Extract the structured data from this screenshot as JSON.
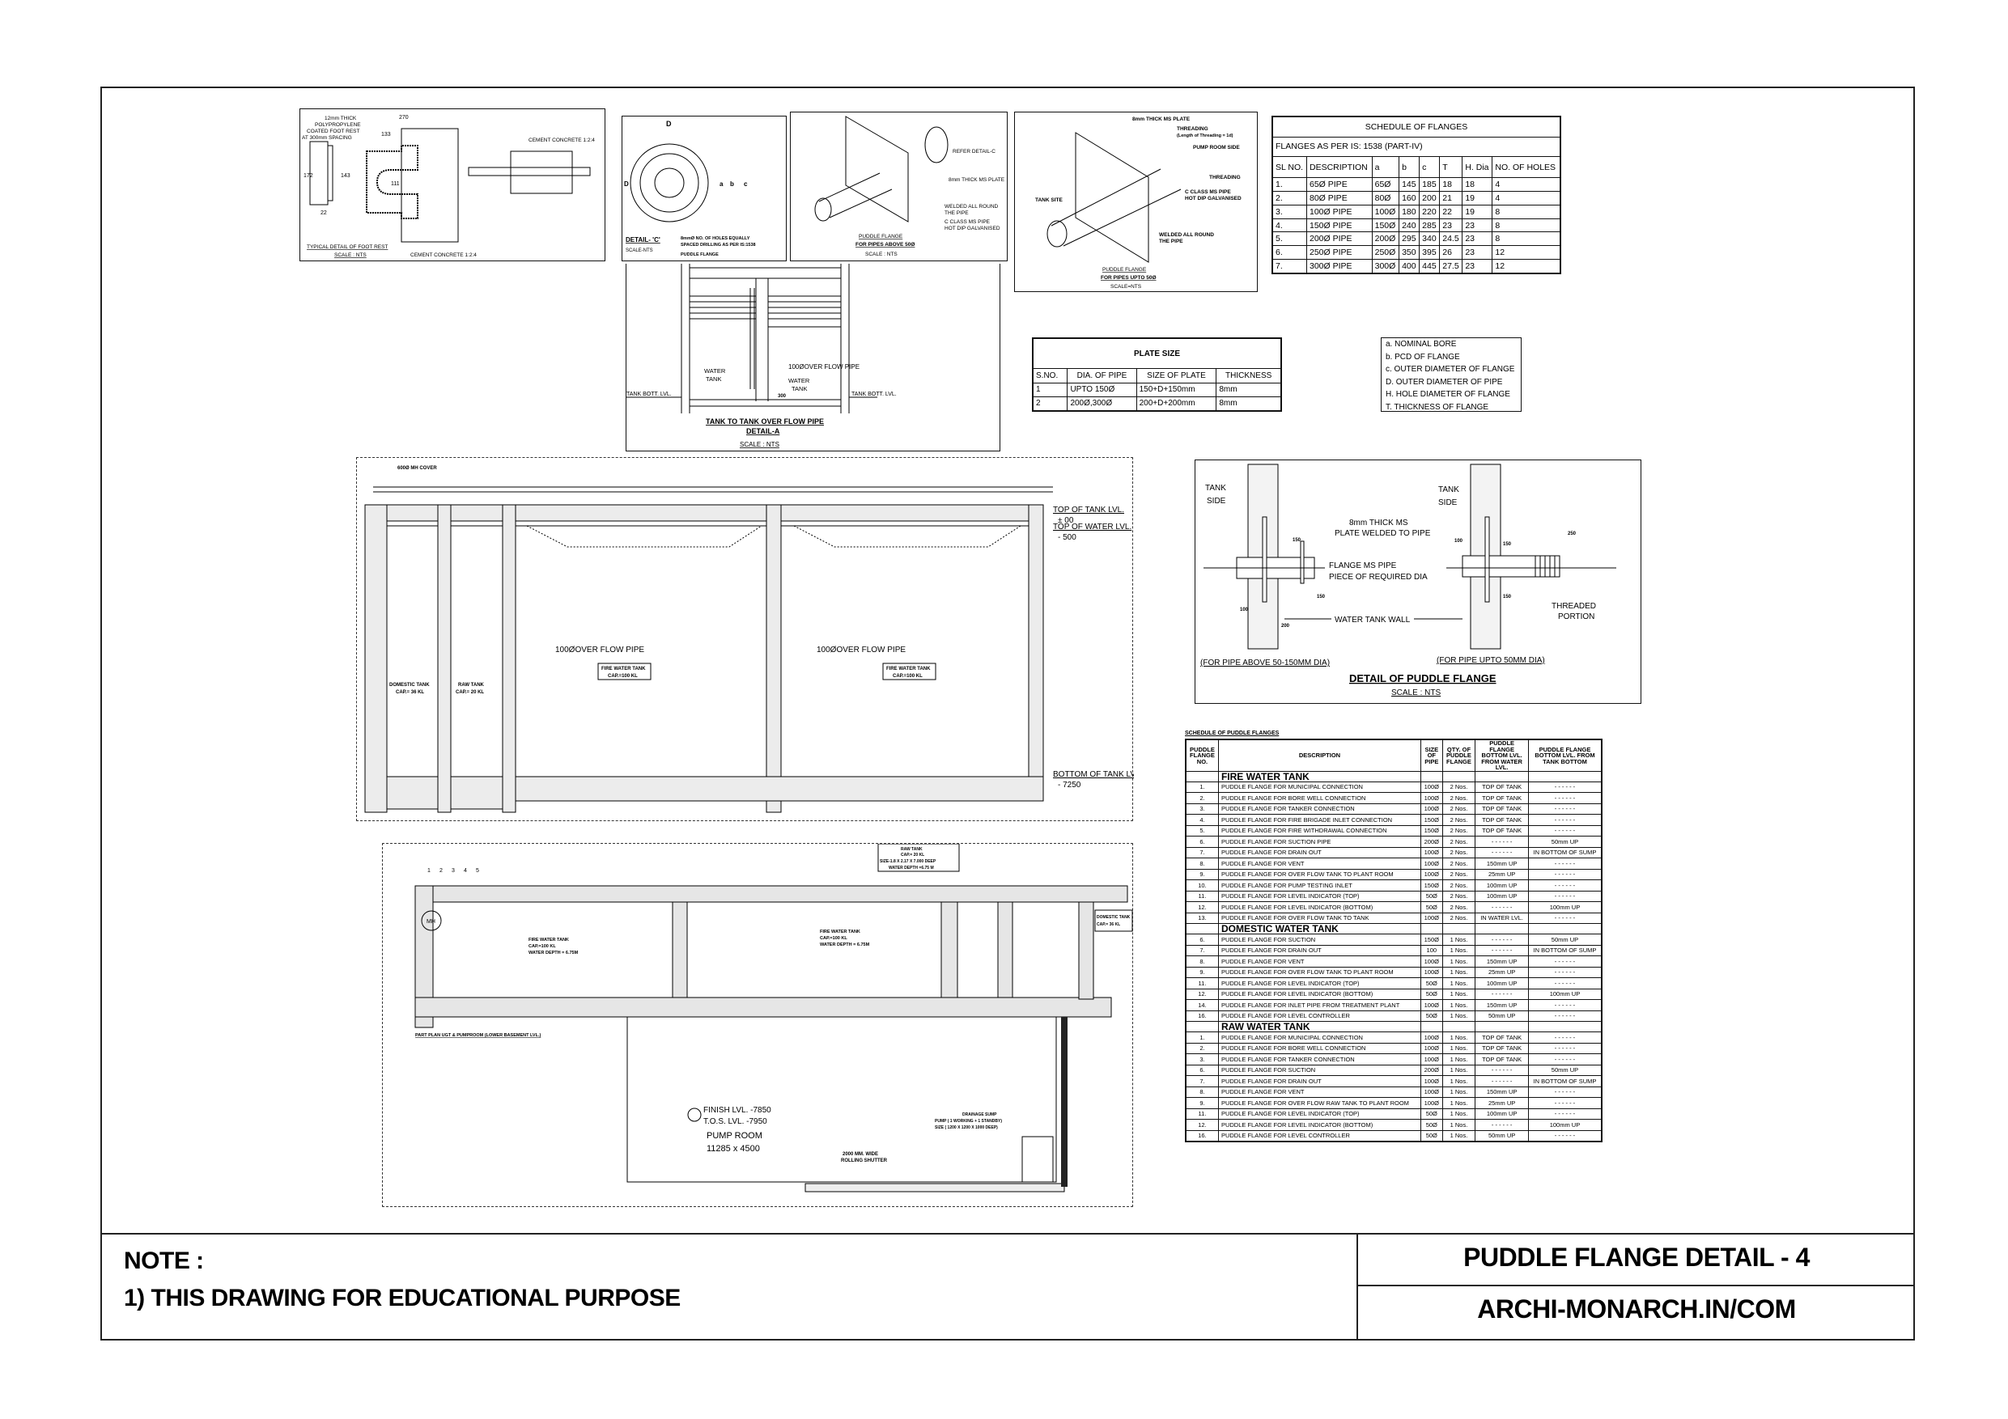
{
  "title_block": {
    "note_heading": "NOTE :",
    "note_1": "1) THIS DRAWING FOR EDUCATIONAL PURPOSE",
    "drawing_title": "PUDDLE FLANGE DETAIL - 4",
    "website": "ARCHI-MONARCH.IN/COM"
  },
  "foot_rest_detail": {
    "label_footrest": [
      "12mm THICK",
      "POLYPROPYLENE",
      "COATED FOOT REST",
      "AT 300mm SPACING"
    ],
    "dims": [
      "270",
      "133",
      "111",
      "172",
      "143",
      "22"
    ],
    "cement_top": "CEMENT CONCRETE 1:2:4",
    "cement_bottom": "CEMENT CONCRETE 1:2:4",
    "title": "TYPICAL DETAIL OF FOOT REST",
    "scale": "SCALE : NTS"
  },
  "detail_c": {
    "dim_labels": [
      "D",
      "D",
      "a",
      "b",
      "c"
    ],
    "holes_note": [
      "8mmØ NO. OF HOLES EQUALLY",
      "SPACED DRILLING AS PER IS:1538"
    ],
    "puddle_flange": "PUDDLE FLANGE",
    "title": "DETAIL- 'C'",
    "scale": "SCALE-NTS"
  },
  "puddle_flange_above_50": {
    "refer": "REFER DETAIL-C",
    "plate": "8mm THICK MS PLATE",
    "welded": [
      "WELDED ALL ROUND",
      "THE PIPE"
    ],
    "pipe": [
      "C CLASS MS PIPE",
      "HOT DIP GALVANISED"
    ],
    "title": "PUDDLE FLANGE",
    "subtitle": "FOR PIPES ABOVE 50Ø",
    "scale": "SCALE : NTS"
  },
  "puddle_flange_upto_50": {
    "plate": "8mm THICK MS PLATE",
    "threading": [
      "THREADING",
      "(Length of Threading = 1d)"
    ],
    "pump_room": "PUMP ROOM SIDE",
    "threading2": "THREADING",
    "pipe": [
      "C CLASS MS PIPE",
      "HOT DIP GALVANISED"
    ],
    "tank_side": "TANK SITE",
    "welded": [
      "WELDED ALL ROUND",
      "THE PIPE"
    ],
    "title": "PUDDLE FLANGE",
    "subtitle": "FOR PIPES UPTO 50Ø",
    "scale": "SCALE=NTS"
  },
  "tank_to_tank": {
    "overflow": "100ØOVER FLOW PIPE",
    "water_tank_left": [
      "WATER",
      "TANK"
    ],
    "water_tank_right": [
      "WATER",
      "TANK"
    ],
    "bott_left": "TANK BOTT. LVL.",
    "bott_right": "TANK BOTT. LVL.",
    "dim": "300",
    "title": "TANK TO TANK OVER FLOW PIPE",
    "subtitle": "DETAIL-A",
    "scale": "SCALE : NTS"
  },
  "flange_schedule": {
    "title": "SCHEDULE  OF  FLANGES",
    "standard": "FLANGES AS PER IS: 1538 (PART-IV)",
    "headers": [
      "SL NO.",
      "DESCRIPTION",
      "a",
      "b",
      "c",
      "T",
      "H. Dia",
      "NO. OF HOLES"
    ],
    "rows": [
      [
        "1.",
        "65Ø PIPE",
        "65Ø",
        "145",
        "185",
        "18",
        "18",
        "4"
      ],
      [
        "2.",
        "80Ø PIPE",
        "80Ø",
        "160",
        "200",
        "21",
        "19",
        "4"
      ],
      [
        "3.",
        "100Ø PIPE",
        "100Ø",
        "180",
        "220",
        "22",
        "19",
        "8"
      ],
      [
        "4.",
        "150Ø PIPE",
        "150Ø",
        "240",
        "285",
        "23",
        "23",
        "8"
      ],
      [
        "5.",
        "200Ø PIPE",
        "200Ø",
        "295",
        "340",
        "24.5",
        "23",
        "8"
      ],
      [
        "6.",
        "250Ø PIPE",
        "250Ø",
        "350",
        "395",
        "26",
        "23",
        "12"
      ],
      [
        "7.",
        "300Ø PIPE",
        "300Ø",
        "400",
        "445",
        "27.5",
        "23",
        "12"
      ]
    ]
  },
  "plate_size": {
    "title": "PLATE SIZE",
    "headers": [
      "S.NO.",
      "DIA. OF PIPE",
      "SIZE OF PLATE",
      "THICKNESS"
    ],
    "rows": [
      [
        "1",
        "UPTO 150Ø",
        "150+D+150mm",
        "8mm"
      ],
      [
        "2",
        "200Ø,300Ø",
        "200+D+200mm",
        "8mm"
      ]
    ]
  },
  "legend": [
    "a.  NOMINAL BORE",
    "b.  PCD OF FLANGE",
    "c.  OUTER DIAMETER OF FLANGE",
    "D.  OUTER DIAMETER OF PIPE",
    "H.  HOLE DIAMETER OF FLANGE",
    "T.  THICKNESS OF FLANGE"
  ],
  "puddle_flange_detail": {
    "tank_side_left": [
      "TANK",
      "SIDE"
    ],
    "tank_side_right": [
      "TANK",
      "SIDE"
    ],
    "plate_note": [
      "8mm THICK MS",
      "PLATE WELDED TO PIPE"
    ],
    "flange_note": [
      "FLANGE MS PIPE",
      "PIECE OF REQUIRED DIA"
    ],
    "wall_note": "WATER TANK WALL",
    "threaded": [
      "THREADED",
      "PORTION"
    ],
    "dims": [
      "150",
      "150",
      "100",
      "200",
      "100",
      "150",
      "150",
      "250"
    ],
    "caption_left": "(FOR PIPE ABOVE 50-150MM DIA)",
    "caption_right": "(FOR PIPE UPTO 50MM DIA)",
    "title": "DETAIL OF PUDDLE FLANGE",
    "scale": "SCALE : NTS"
  },
  "section": {
    "top_of_tank": "TOP OF TANK LVL.",
    "top_of_tank_val": "± 00",
    "top_of_water": "TOP OF WATER LVL.",
    "top_of_water_val": "- 500",
    "bottom_of_tank": "BOTTOM OF TANK LVL.",
    "bottom_of_tank_val": "- 7250",
    "overflow_1": "100ØOVER FLOW PIPE",
    "overflow_2": "100ØOVER FLOW PIPE",
    "fire_tank_1": [
      "FIRE WATER TANK",
      "CAP.=100 KL"
    ],
    "fire_tank_2": [
      "FIRE WATER TANK",
      "CAP.=100 KL"
    ],
    "domestic_tank": [
      "DOMESTIC TANK",
      "CAP.= 36 KL"
    ],
    "raw_tank": [
      "RAW TANK",
      "CAP.= 20 KL"
    ],
    "mh_cover": "600Ø MH COVER"
  },
  "plan": {
    "title": "PART PLAN UGT & PUMPROOM (LOWER BASEMENT LVL.)",
    "raw_tank_box": [
      "RAW TANK",
      "CAP.= 20 KL",
      "SIZE-1.8 X 2.17 X 7.000 DEEP",
      "WATER DEPTH =6.75 M"
    ],
    "domestic_box": [
      "DOMESTIC TANK",
      "CAP.= 36 KL"
    ],
    "fire_tank_1": [
      "FIRE WATER TANK",
      "CAP.=100 KL",
      "WATER DEPTH = 6.75M"
    ],
    "fire_tank_2": [
      "FIRE WATER TANK",
      "CAP.=100 KL",
      "WATER DEPTH = 6.75M"
    ],
    "finish_lvl": "FINISH LVL. -7850",
    "tos_lvl": "T.O.S. LVL. -7950",
    "pump_room": "PUMP ROOM",
    "pump_room_size": "11285 x 4500",
    "rolling_shutter": [
      "2000 MM. WIDE",
      "ROLLING SHUTTER"
    ],
    "drainage_sump": [
      "DRAINAGE SUMP",
      "PUMP ( 1 WORKING + 1 STANDBY)",
      "SIZE ( 1200 X 1200 X 1000 DEEP)"
    ],
    "mh_label": "MH",
    "tag_numbers": [
      "1",
      "2",
      "3",
      "4",
      "5"
    ]
  },
  "puddle_schedule": {
    "title": "SCHEDULE OF PUDDLE FLANGES",
    "headers": [
      "PUDDLE FLANGE NO.",
      "DESCRIPTION",
      "SIZE OF PIPE",
      "QTY. OF PUDDLE FLANGE",
      "PUDDLE FLANGE BOTTOM LVL. FROM WATER LVL.",
      "PUDDLE FLANGE BOTTOM LVL. FROM TANK BOTTOM"
    ],
    "groups": [
      {
        "name": "FIRE WATER TANK",
        "rows": [
          [
            "1.",
            "PUDDLE FLANGE FOR MUNICIPAL CONNECTION",
            "100Ø",
            "2 Nos.",
            "TOP OF TANK",
            "- - - - - -"
          ],
          [
            "2.",
            "PUDDLE FLANGE FOR BORE WELL CONNECTION",
            "100Ø",
            "2 Nos.",
            "TOP OF TANK",
            "- - - - - -"
          ],
          [
            "3.",
            "PUDDLE FLANGE FOR TANKER CONNECTION",
            "100Ø",
            "2 Nos.",
            "TOP OF TANK",
            "- - - - - -"
          ],
          [
            "4.",
            "PUDDLE FLANGE FOR FIRE BRIGADE INLET CONNECTION",
            "150Ø",
            "2 Nos.",
            "TOP OF TANK",
            "- - - - - -"
          ],
          [
            "5.",
            "PUDDLE FLANGE FOR FIRE WITHDRAWAL CONNECTION",
            "150Ø",
            "2 Nos.",
            "TOP OF TANK",
            "- - - - - -"
          ],
          [
            "6.",
            "PUDDLE FLANGE FOR SUCTION PIPE",
            "200Ø",
            "2 Nos.",
            "- - - - - -",
            "50mm UP"
          ],
          [
            "7.",
            "PUDDLE FLANGE FOR DRAIN OUT",
            "100Ø",
            "2 Nos.",
            "- - - - - -",
            "IN BOTTOM OF SUMP"
          ],
          [
            "8.",
            "PUDDLE FLANGE FOR VENT",
            "100Ø",
            "2 Nos.",
            "150mm UP",
            "- - - - - -"
          ],
          [
            "9.",
            "PUDDLE FLANGE FOR OVER FLOW TANK TO PLANT ROOM",
            "100Ø",
            "2 Nos.",
            "25mm UP",
            "- - - - - -"
          ],
          [
            "10.",
            "PUDDLE FLANGE FOR PUMP TESTING INLET",
            "150Ø",
            "2 Nos.",
            "100mm UP",
            "- - - - - -"
          ],
          [
            "11.",
            "PUDDLE FLANGE FOR LEVEL INDICATOR (TOP)",
            "50Ø",
            "2 Nos.",
            "100mm UP",
            "- - - - - -"
          ],
          [
            "12.",
            "PUDDLE FLANGE FOR LEVEL INDICATOR (BOTTOM)",
            "50Ø",
            "2 Nos.",
            "- - - - - -",
            "100mm UP"
          ],
          [
            "13.",
            "PUDDLE FLANGE FOR OVER FLOW TANK TO TANK",
            "100Ø",
            "2 Nos.",
            "IN WATER LVL.",
            "- - - - - -"
          ]
        ]
      },
      {
        "name": "DOMESTIC WATER TANK",
        "rows": [
          [
            "6.",
            "PUDDLE FLANGE FOR SUCTION",
            "150Ø",
            "1 Nos.",
            "- - - - - -",
            "50mm UP"
          ],
          [
            "7.",
            "PUDDLE FLANGE FOR DRAIN OUT",
            "100",
            "1 Nos.",
            "- - - - - -",
            "IN BOTTOM OF SUMP"
          ],
          [
            "8.",
            "PUDDLE FLANGE FOR VENT",
            "100Ø",
            "1 Nos.",
            "150mm UP",
            "- - - - - -"
          ],
          [
            "9.",
            "PUDDLE FLANGE FOR OVER FLOW TANK TO PLANT ROOM",
            "100Ø",
            "1 Nos.",
            "25mm UP",
            "- - - - - -"
          ],
          [
            "11.",
            "PUDDLE FLANGE FOR LEVEL INDICATOR (TOP)",
            "50Ø",
            "1 Nos.",
            "100mm UP",
            "- - - - - -"
          ],
          [
            "12.",
            "PUDDLE FLANGE FOR LEVEL INDICATOR (BOTTOM)",
            "50Ø",
            "1 Nos.",
            "- - - - - -",
            "100mm UP"
          ],
          [
            "14.",
            "PUDDLE FLANGE FOR INLET PIPE FROM TREATMENT PLANT",
            "100Ø",
            "1 Nos.",
            "150mm UP",
            "- - - - - -"
          ],
          [
            "16.",
            "PUDDLE FLANGE FOR LEVEL CONTROLLER",
            "50Ø",
            "1 Nos.",
            "50mm UP",
            "- - - - - -"
          ]
        ]
      },
      {
        "name": "RAW WATER TANK",
        "rows": [
          [
            "1.",
            "PUDDLE FLANGE FOR MUNICIPAL CONNECTION",
            "100Ø",
            "1 Nos.",
            "TOP OF TANK",
            "- - - - - -"
          ],
          [
            "2.",
            "PUDDLE FLANGE FOR BORE WELL CONNECTION",
            "100Ø",
            "1 Nos.",
            "TOP OF TANK",
            "- - - - - -"
          ],
          [
            "3.",
            "PUDDLE FLANGE FOR TANKER CONNECTION",
            "100Ø",
            "1 Nos.",
            "TOP OF TANK",
            "- - - - - -"
          ],
          [
            "6.",
            "PUDDLE FLANGE FOR SUCTION",
            "200Ø",
            "1 Nos.",
            "- - - - - -",
            "50mm UP"
          ],
          [
            "7.",
            "PUDDLE FLANGE FOR DRAIN OUT",
            "100Ø",
            "1 Nos.",
            "- - - - - -",
            "IN BOTTOM OF SUMP"
          ],
          [
            "8.",
            "PUDDLE FLANGE FOR VENT",
            "100Ø",
            "1 Nos.",
            "150mm UP",
            "- - - - - -"
          ],
          [
            "9.",
            "PUDDLE FLANGE FOR OVER FLOW RAW TANK TO PLANT ROOM",
            "100Ø",
            "1 Nos.",
            "25mm UP",
            "- - - - - -"
          ],
          [
            "11.",
            "PUDDLE FLANGE FOR LEVEL INDICATOR (TOP)",
            "50Ø",
            "1 Nos.",
            "100mm UP",
            "- - - - - -"
          ],
          [
            "12.",
            "PUDDLE FLANGE FOR LEVEL INDICATOR (BOTTOM)",
            "50Ø",
            "1 Nos.",
            "- - - - - -",
            "100mm UP"
          ],
          [
            "16.",
            "PUDDLE FLANGE FOR LEVEL CONTROLLER",
            "50Ø",
            "1 Nos.",
            "50mm UP",
            "- - - - - -"
          ]
        ]
      }
    ]
  }
}
